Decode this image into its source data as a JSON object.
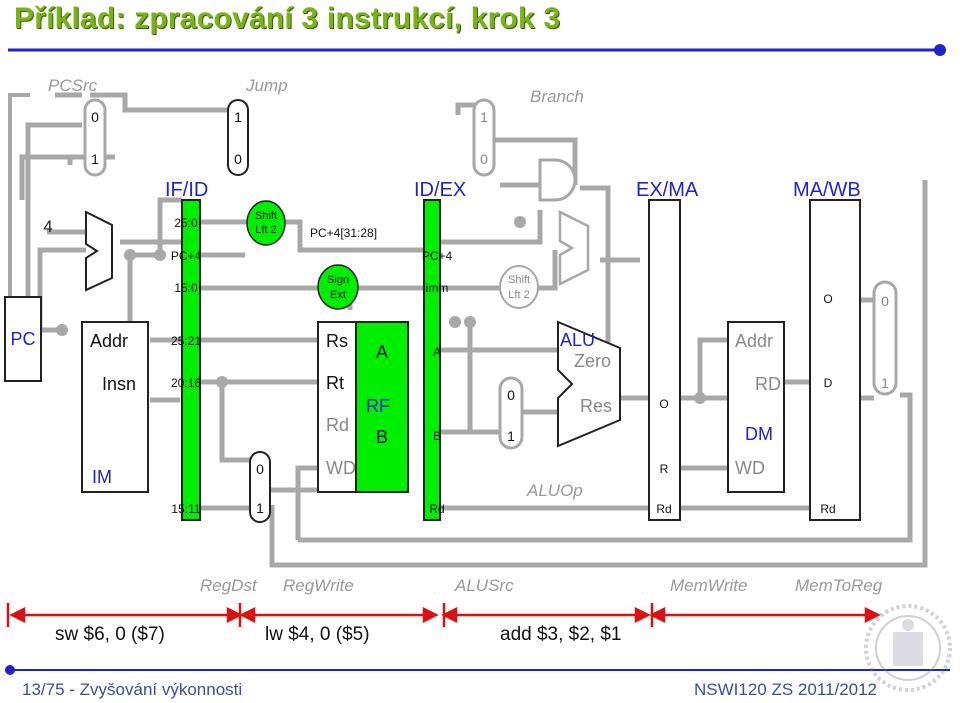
{
  "title": "Příklad: zpracování 3 instrukcí, krok 3",
  "footer": {
    "left": "13/75 - Zvyšování výkonnosti",
    "right": "NSWI120 ZS 2011/2012"
  },
  "instructions": [
    "sw $6, 0 ($7)",
    "lw $4, 0 ($5)",
    "add $3, $2, $1"
  ],
  "control_signals": {
    "pcsrc": "PCSrc",
    "jump": "Jump",
    "branch": "Branch",
    "regdst": "RegDst",
    "regwrite": "RegWrite",
    "alusrc": "ALUSrc",
    "memwrite": "MemWrite",
    "memtoreg": "MemToReg",
    "aluop": "ALUOp"
  },
  "stages": [
    "IF/ID",
    "ID/EX",
    "EX/MA",
    "MA/WB"
  ],
  "labels": {
    "const4": "4",
    "pc": "PC",
    "im_addr": "Addr",
    "im_insn": "Insn",
    "im": "IM",
    "f25_0": "25:0",
    "pc4_a": "PC+4",
    "f15_0": "15:0",
    "f25_21": "25:21",
    "f20_16": "20:16",
    "f15_11": "15:11",
    "shift1": [
      "Shift",
      "Lft 2"
    ],
    "pc_hi": "PC+4[31:28]",
    "signext": [
      "Sign",
      "Ext"
    ],
    "rs": "Rs",
    "rt": "Rt",
    "rd": "Rd",
    "wd": "WD",
    "rf_a": "A",
    "rf": "RF",
    "rf_b": "B",
    "idex_pc4": "PC+4",
    "idex_imm": "imm",
    "idex_a": "A",
    "idex_b": "B",
    "idex_rd": "Rd",
    "shift2": [
      "Shift",
      "Lft 2"
    ],
    "alu": "ALU",
    "zero": "Zero",
    "res": "Res",
    "exma_o": "O",
    "exma_r": "R",
    "exma_rd": "Rd",
    "dm_addr": "Addr",
    "dm_rd": "RD",
    "dm": "DM",
    "dm_wd": "WD",
    "mawb_o": "O",
    "mawb_d": "D",
    "mawb_rd": "Rd"
  },
  "mux_values": {
    "pcsrc": [
      "0",
      "1"
    ],
    "jump": [
      "1",
      "0"
    ],
    "branch": [
      "1",
      "0"
    ],
    "regdst": [
      "0",
      "1"
    ],
    "alusrc": [
      "0",
      "1"
    ],
    "memtoreg": [
      "0",
      "1"
    ]
  },
  "colors": {
    "green": "#00ee00",
    "wire": "#a8a8a8",
    "title": "#7ab317",
    "blue": "#2222cc",
    "arrow": "#dd1111"
  }
}
